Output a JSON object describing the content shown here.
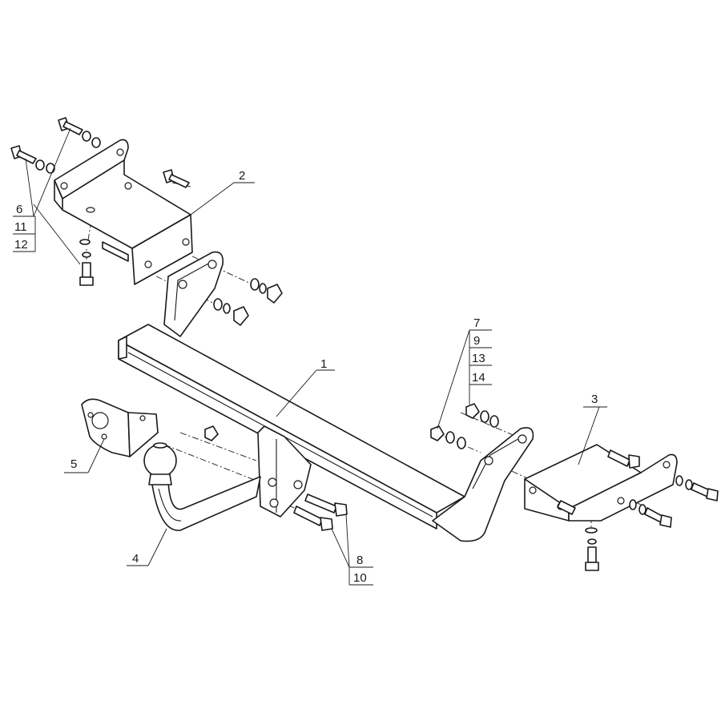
{
  "callouts": {
    "drawbar": "1",
    "bracket_left": "2",
    "bracket_right": "3",
    "towball": "4",
    "socket_plate": "5",
    "group_left": [
      "6",
      "11",
      "12"
    ],
    "group_right": [
      "7",
      "9",
      "13",
      "14"
    ],
    "group_bottom": [
      "8",
      "10"
    ]
  },
  "colors": {
    "line": "#1a1a1a",
    "background": "#ffffff"
  }
}
